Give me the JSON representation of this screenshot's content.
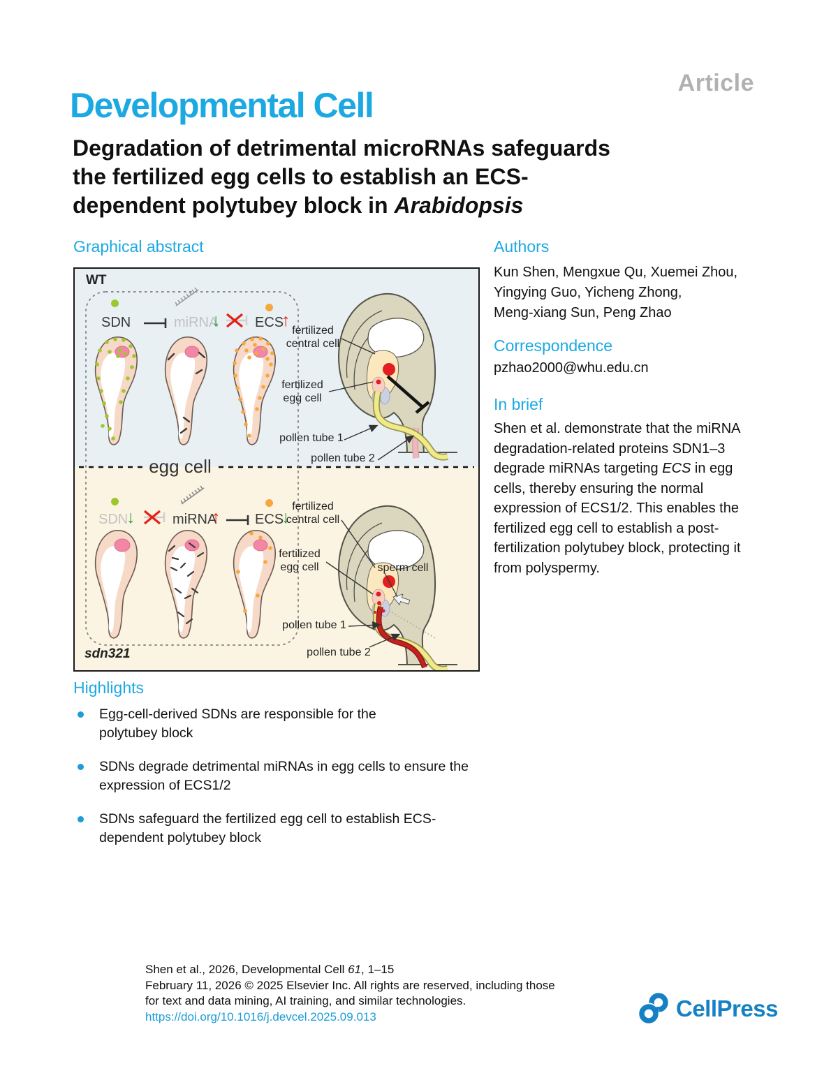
{
  "header": {
    "article_label": "Article",
    "journal": "Developmental Cell",
    "title_line1": "Degradation of detrimental microRNAs safeguards",
    "title_line2": "the fertilized egg cells to establish an ECS-",
    "title_line3": "dependent polytubey block in ",
    "title_italic": "Arabidopsis"
  },
  "graphical_abstract": {
    "heading": "Graphical abstract",
    "wt_label": "WT",
    "mutant_label": "sdn321",
    "egg_cell_label": "egg cell",
    "row": {
      "sdn": "SDN",
      "mirna": "miRNA",
      "ecs": "ECS"
    },
    "labels": {
      "fertilized_central_cell": "fertilized\ncentral cell",
      "fertilized_egg_cell": "fertilized\negg cell",
      "sperm_cell": "sperm cell",
      "pollen_tube_1": "pollen tube 1",
      "pollen_tube_2": "pollen tube 2"
    }
  },
  "authors": {
    "heading": "Authors",
    "lines": [
      "Kun Shen, Mengxue Qu, Xuemei Zhou,",
      "Yingying Guo, Yicheng Zhong,",
      "Meng-xiang Sun, Peng Zhao"
    ]
  },
  "correspondence": {
    "heading": "Correspondence",
    "email": "pzhao2000@whu.edu.cn"
  },
  "in_brief": {
    "heading": "In brief",
    "text_part1": "Shen et al. demonstrate that the miRNA degradation-related proteins SDN1–3 degrade miRNAs targeting ",
    "text_italic": "ECS",
    "text_part2": " in egg cells, thereby ensuring the normal expression of ECS1/2. This enables the fertilized egg cell to establish a post-fertilization polytubey block, protecting it from polyspermy."
  },
  "highlights": {
    "heading": "Highlights",
    "items": [
      "Egg-cell-derived SDNs are responsible for the\npolytubey block",
      "SDNs degrade detrimental miRNAs in egg cells to ensure the\nexpression of ECS1/2",
      "SDNs safeguard the fertilized egg cell to establish ECS-\ndependent polytubey block"
    ]
  },
  "footer": {
    "citation_pre": "Shen et al., 2026, Developmental Cell ",
    "citation_vol": "61",
    "citation_post": ", 1–15",
    "rights_line1": "February 11, 2026 © 2025 Elsevier Inc. All rights are reserved, including those",
    "rights_line2": "for text and data mining, AI training, and similar technologies.",
    "doi": "https://doi.org/10.1016/j.devcel.2025.09.013",
    "publisher": "CellPress"
  },
  "colors": {
    "accent_blue": "#1ca9e1",
    "link_blue": "#1b9cd8",
    "cellpress_blue": "#1581c4",
    "article_gray": "#b1b1b3",
    "panel_wt_bg": "#e8f0f4",
    "panel_mutant_bg": "#fbf4e2",
    "cell_pink": "#f7d9c8",
    "nucleus_pink": "#f287a5",
    "sdn_green": "#9dc72f",
    "ecs_orange": "#f6a83f",
    "ovule_body": "#dbd7bf",
    "central_cream": "#fbe8be",
    "fertilized_red": "#e31e20",
    "pollen_tube_yellow": "#f1ea8b",
    "pollen_tube_red": "#c32221",
    "arrow_green": "#23a233",
    "arrow_red": "#e32119"
  }
}
